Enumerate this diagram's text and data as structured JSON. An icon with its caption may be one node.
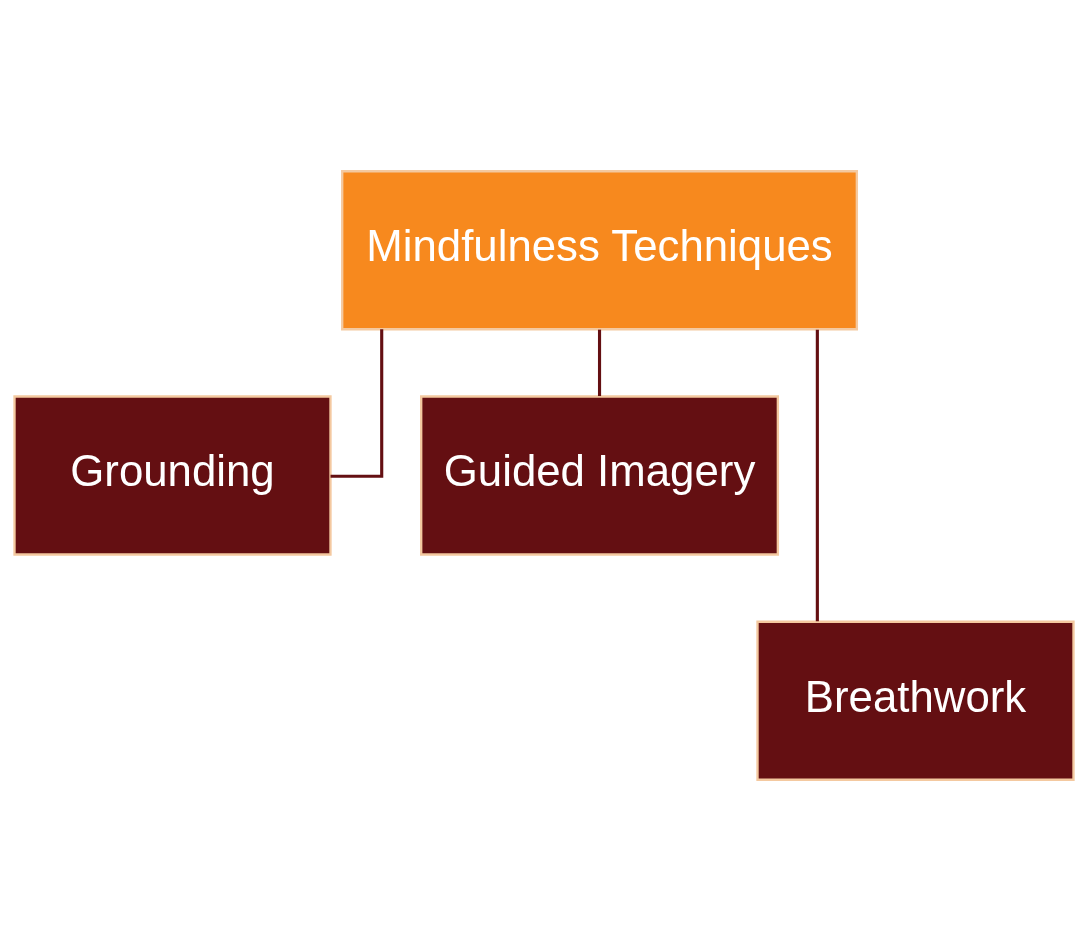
{
  "diagram": {
    "nodes": [
      {
        "text": [
          "Mindfulness Techniques"
        ]
      },
      {
        "text": [
          "Grounding"
        ]
      },
      {
        "text": [
          "Guided Imagery"
        ]
      },
      {
        "text": [
          "Breathwork"
        ]
      }
    ],
    "edges": [
      {
        "from": 0,
        "to": 1,
        "arrow": "none"
      },
      {
        "from": 0,
        "to": 2,
        "arrow": "none"
      },
      {
        "from": 0,
        "to": 3,
        "arrow": "none"
      }
    ]
  }
}
